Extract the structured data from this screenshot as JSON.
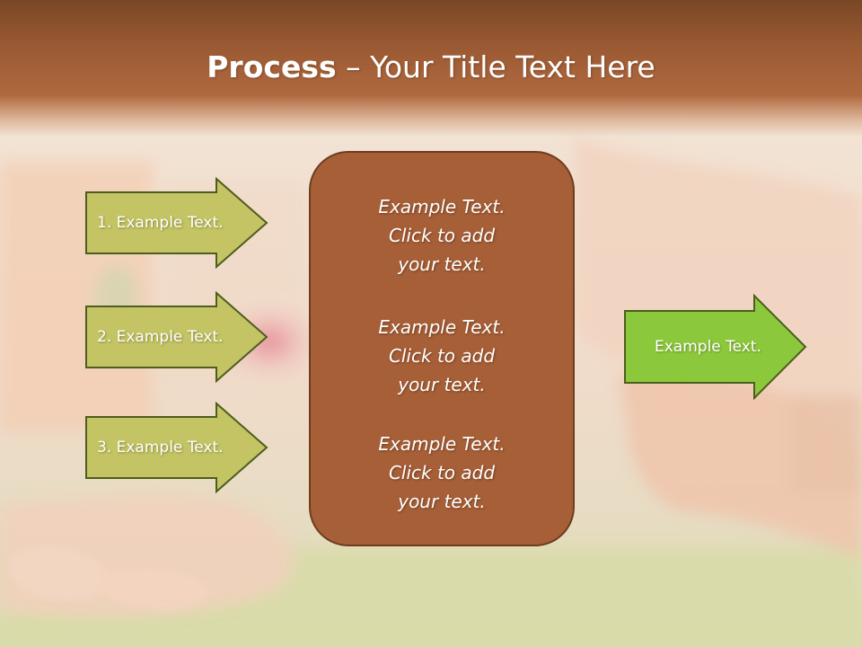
{
  "slide": {
    "title_strong": "Process",
    "title_rest": " – Your Title Text Here"
  },
  "left_arrows": [
    {
      "label": "1. Example Text."
    },
    {
      "label": "2. Example Text."
    },
    {
      "label": "3. Example Text."
    }
  ],
  "center_box": {
    "blocks": [
      {
        "lines": [
          "Example Text.",
          "Click  to add",
          "your text."
        ]
      },
      {
        "lines": [
          "Example Text.",
          "Click  to add",
          "your text."
        ]
      },
      {
        "lines": [
          "Example Text.",
          "Click  to add",
          "your text."
        ]
      }
    ]
  },
  "right_arrow": {
    "label": "Example Text."
  },
  "colors": {
    "title_band": "#9b5a33",
    "center_box": "#a65f37",
    "left_arrow_fill": "#c4c464",
    "right_arrow_fill": "#8cc83c",
    "arrow_border": "#4d5d1e"
  }
}
